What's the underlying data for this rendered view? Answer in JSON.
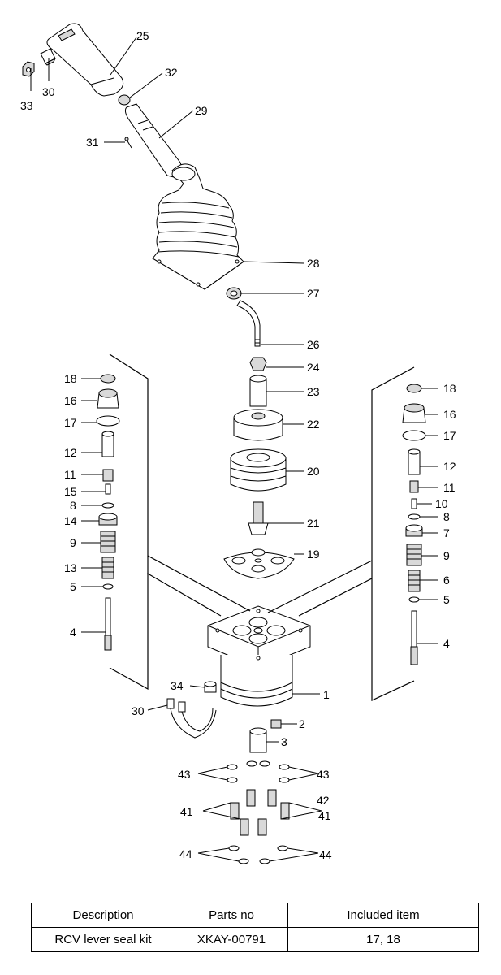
{
  "callouts": {
    "n1": "1",
    "n2": "2",
    "n3": "3",
    "n4": "4",
    "n5": "5",
    "n6": "6",
    "n7": "7",
    "n8": "8",
    "n9": "9",
    "n10": "10",
    "n11": "11",
    "n12": "12",
    "n13": "13",
    "n14": "14",
    "n15": "15",
    "n16": "16",
    "n17": "17",
    "n18": "18",
    "n19": "19",
    "n20": "20",
    "n21": "21",
    "n22": "22",
    "n23": "23",
    "n24": "24",
    "n25": "25",
    "n26": "26",
    "n27": "27",
    "n28": "28",
    "n29": "29",
    "n30": "30",
    "n31": "31",
    "n32": "32",
    "n33": "33",
    "n34": "34",
    "n41": "41",
    "n42": "42",
    "n43": "43",
    "n44": "44"
  },
  "table": {
    "headers": [
      "Description",
      "Parts no",
      "Included item"
    ],
    "rows": [
      [
        "RCV lever seal kit",
        "XKAY-00791",
        "17, 18"
      ]
    ]
  }
}
